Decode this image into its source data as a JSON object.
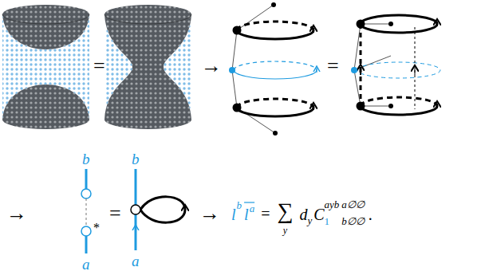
{
  "diagram": {
    "labels": [
      "=",
      "→",
      "=",
      "→",
      "b",
      "a",
      "*",
      "=",
      "b",
      "a",
      "→",
      "l",
      "b",
      "l",
      "a",
      "=",
      "∑",
      "y",
      "d",
      "y",
      "C",
      "1",
      "ayb",
      "a∅∅",
      "b∅∅",
      "."
    ]
  }
}
